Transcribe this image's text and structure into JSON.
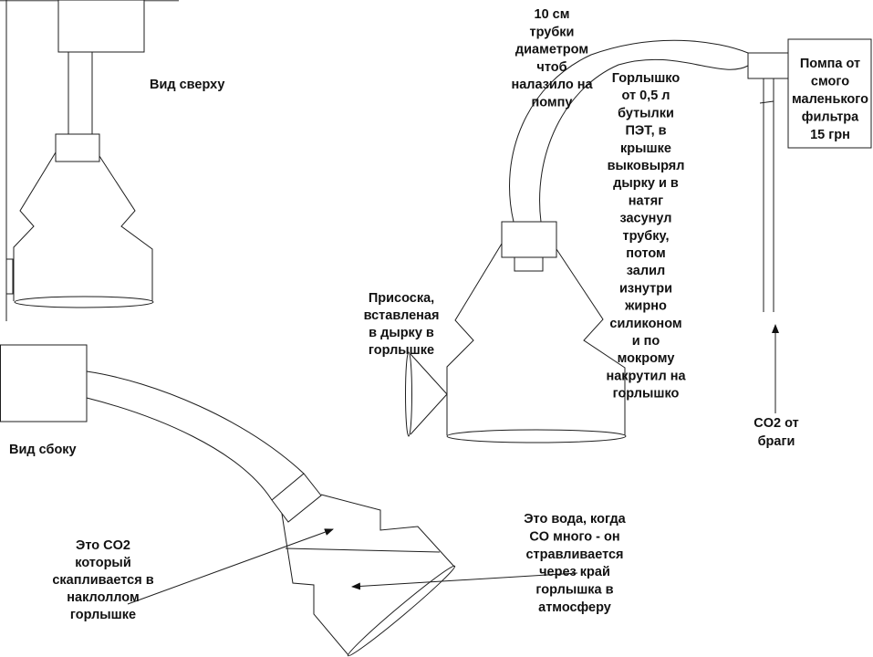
{
  "diagram": {
    "top_view_label": "Вид сверху",
    "side_view_label": "Вид сбоку",
    "notes": {
      "tube": [
        "10 см",
        "трубки",
        "диаметром",
        "чтоб",
        "налазило на",
        "помпу"
      ],
      "bottleneck": [
        "Горлышко",
        "от 0,5 л",
        "бутылки",
        "ПЭТ, в",
        "крышке",
        "выковырял",
        "дырку и в",
        "натяг",
        "засунул",
        "трубку,",
        "потом",
        "залил",
        "изнутри",
        "жирно",
        "силиконом",
        "и по",
        "мокрому",
        "накрутил на",
        "горлышко"
      ],
      "pump": [
        "Помпа от",
        "смого",
        "маленького",
        "фильтра",
        "15 грн"
      ],
      "suction_cup": [
        "Присоска,",
        "вставленая",
        "в дырку в",
        "горлышке"
      ],
      "co2_source": [
        "CO2 от",
        "браги"
      ],
      "co2_trapped": [
        "Это CO2",
        "который",
        "скапливается в",
        "наклоллом",
        "горлышке"
      ],
      "water": [
        "Это вода, когда",
        "CO много - он",
        "стравливается",
        "через край",
        "горлышка в",
        "атмосферу"
      ]
    },
    "colors": {
      "line": "#1e1e1e",
      "frame_line": "#6f6f6f",
      "text": "#111111",
      "background": "#ffffff"
    }
  }
}
